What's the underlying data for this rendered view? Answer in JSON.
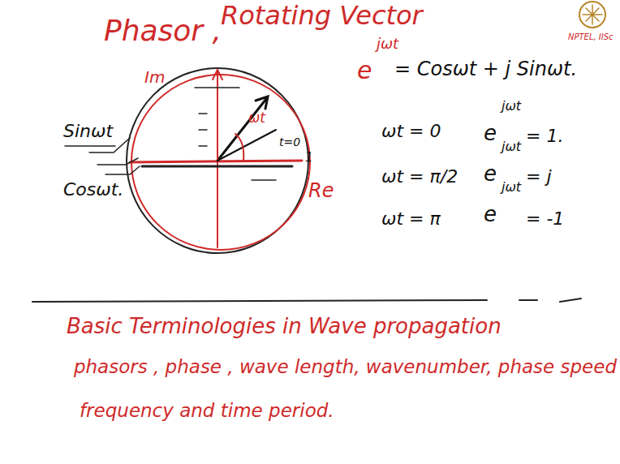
{
  "diagram": {
    "labels": [
      "Phasor ,",
      "Rotating Vector",
      "Im",
      "Sinωt",
      "Cosωt.",
      "Re",
      "ωt",
      "t=0",
      "1",
      "e",
      "jωt",
      "= Cosωt + j Sinωt.",
      "ωt = 0",
      "e",
      "jωt",
      "= 1.",
      "ωt = π/2",
      "e",
      "jωt",
      "= j",
      "ωt = π",
      "e",
      "jωt",
      "= -1",
      "Basic Terminologies in Wave propagation",
      "phasors , phase , wave length, wavenumber, phase speed",
      "frequency and time period.",
      "NPTEL, IISc"
    ]
  }
}
